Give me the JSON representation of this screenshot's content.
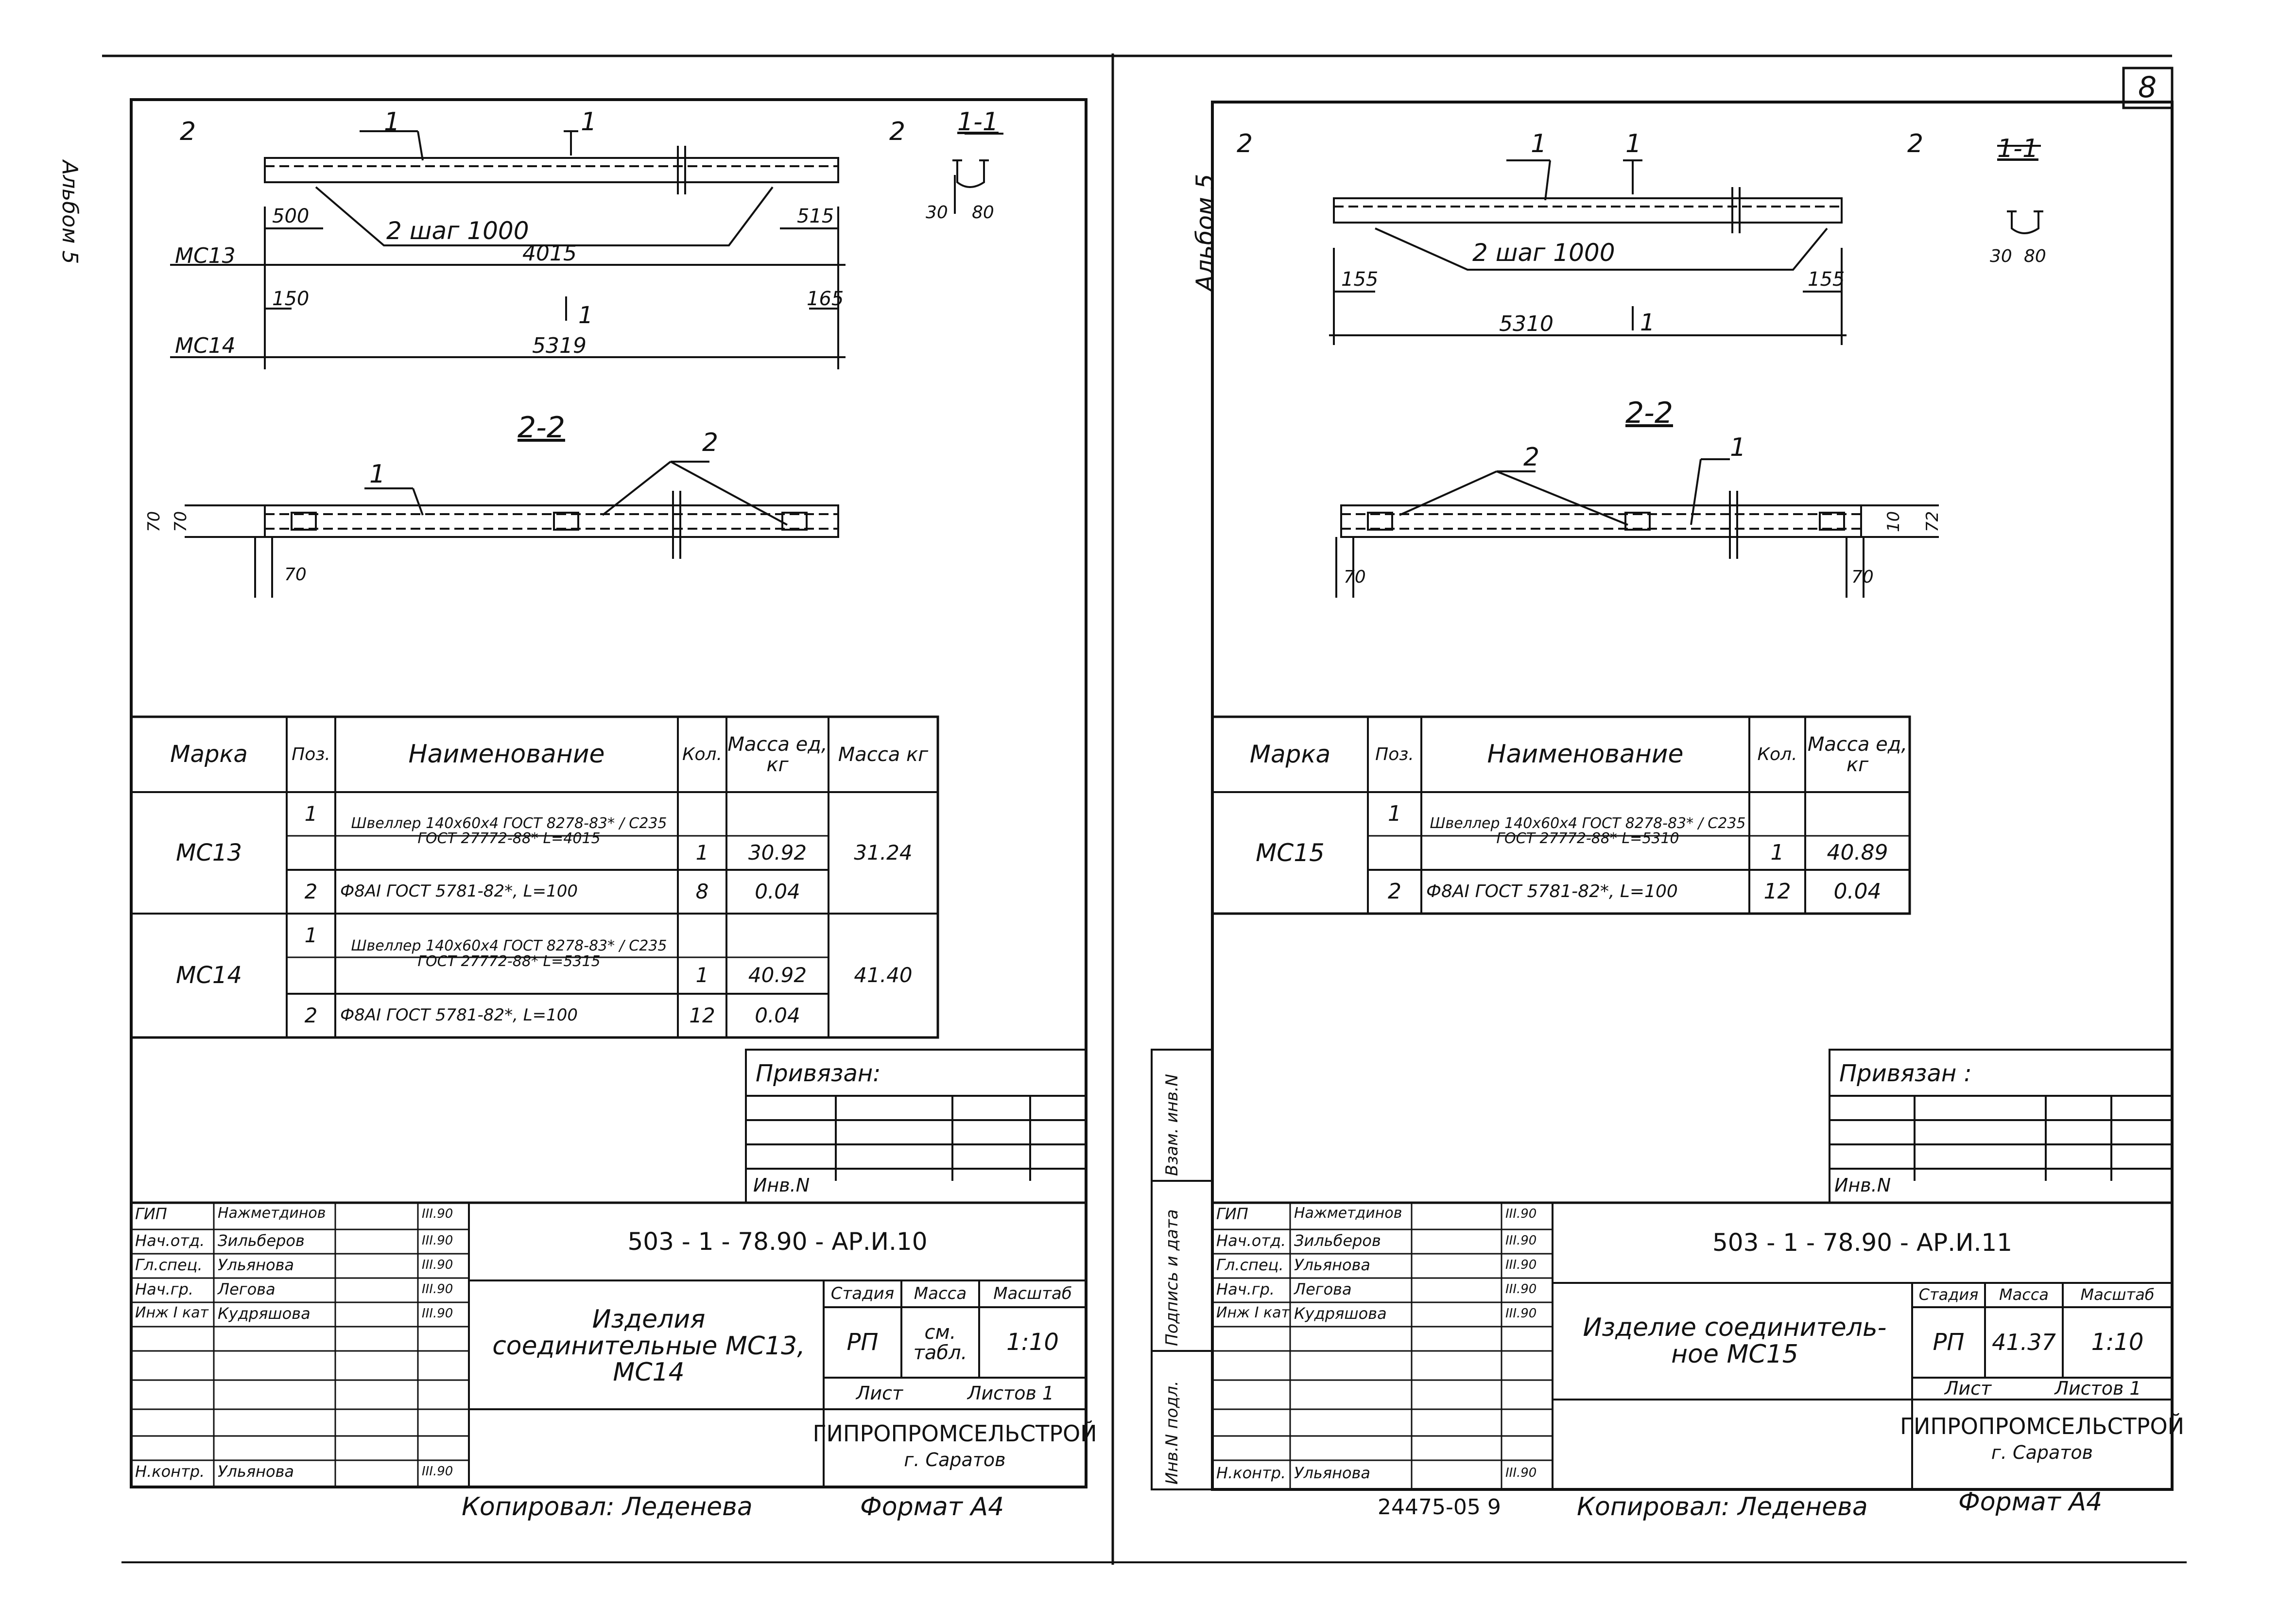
{
  "page": {
    "number": "8"
  },
  "left": {
    "side_label": "Альбом 5",
    "section_top_label": "1-1",
    "section_mid_label": "2-2",
    "view_marks": {
      "a": "2",
      "b": "1",
      "c": "1",
      "d": "2"
    },
    "leader_1": "1",
    "leader_2_text": "2   шаг 1000",
    "dims": {
      "d500": "500",
      "d515": "515",
      "d4015": "4015",
      "d150": "150",
      "d165": "165",
      "d5319": "5319",
      "d30": "30",
      "d80": "80",
      "d70a": "70",
      "d70b": "70",
      "d70c": "70"
    },
    "marks": {
      "mc13": "МС13",
      "mc14": "МС14"
    },
    "mid_leaders": {
      "p1": "1",
      "p2": "2"
    },
    "table": {
      "headers": [
        "Марка",
        "Поз.",
        "Наименование",
        "Кол.",
        "Масса ед, кг",
        "Масса кг"
      ],
      "rows": [
        {
          "mark": "МС13",
          "items": [
            {
              "pos": "1",
              "name": "Швеллер 140х60х4 ГОСТ 8278-83* / С235 ГОСТ 27772-88* L=4015",
              "qty": "1",
              "unit": "30.92"
            },
            {
              "pos": "2",
              "name": "Ф8АI ГОСТ 5781-82*, L=100",
              "qty": "8",
              "unit": "0.04"
            }
          ],
          "total": "31.24"
        },
        {
          "mark": "МС14",
          "items": [
            {
              "pos": "1",
              "name": "Швеллер 140х60х4 ГОСТ 8278-83* / С235 ГОСТ 27772-88* L=5315",
              "qty": "1",
              "unit": "40.92"
            },
            {
              "pos": "2",
              "name": "Ф8АI ГОСТ 5781-82*, L=100",
              "qty": "12",
              "unit": "0.04"
            }
          ],
          "total": "41.40"
        }
      ]
    },
    "privyazan": "Привязан:",
    "inv": "Инв.N",
    "stamp": {
      "code": "503 - 1 - 78.90 - АР.И.10",
      "title": "Изделия соединительные МС13, МС14",
      "roles": [
        "ГИП",
        "Нач.отд.",
        "Гл.спец.",
        "Нач.гр.",
        "Инж I кат",
        "",
        "",
        "",
        "",
        "Н.контр."
      ],
      "names": [
        "Нажметдинов",
        "Зильберов",
        "Ульянова",
        "Легова",
        "Кудряшова",
        "",
        "",
        "",
        "",
        "Ульянова"
      ],
      "dates": [
        "III.90",
        "III.90",
        "III.90",
        "III.90",
        "III.90",
        "",
        "",
        "",
        "",
        "III.90"
      ],
      "stage_h": "Стадия",
      "mass_h": "Масса",
      "scale_h": "Масштаб",
      "stage": "РП",
      "mass": "см. табл.",
      "scale": "1:10",
      "sheet": "Лист",
      "sheets": "Листов 1",
      "org": "ГИПРОПРОМСЕЛЬСТРОЙ",
      "city": "г. Саратов"
    },
    "copied": "Копировал: Леденева",
    "format": "Формат А4"
  },
  "right": {
    "side_label": "Альбом 5",
    "section_top_label": "1-1",
    "section_mid_label": "2-2",
    "view_marks": {
      "a": "2",
      "b": "1",
      "c": "1",
      "d": "2"
    },
    "leader_1": "1",
    "leader_2_text": "2   шаг 1000",
    "dims": {
      "d155a": "155",
      "d155b": "155",
      "d5310": "5310",
      "d30": "30",
      "d80": "80",
      "d70a": "70",
      "d70b": "70",
      "d10": "10",
      "d72": "72"
    },
    "mid_leaders": {
      "p1": "1",
      "p2": "2"
    },
    "table": {
      "headers": [
        "Марка",
        "Поз.",
        "Наименование",
        "Кол.",
        "Масса ед, кг"
      ],
      "rows": [
        {
          "mark": "МС15",
          "items": [
            {
              "pos": "1",
              "name": "Швеллер 140х60х4 ГОСТ 8278-83* / С235 ГОСТ 27772-88* L=5310",
              "qty": "1",
              "unit": "40.89"
            },
            {
              "pos": "2",
              "name": "Ф8АI ГОСТ 5781-82*, L=100",
              "qty": "12",
              "unit": "0.04"
            }
          ]
        }
      ]
    },
    "privyazan": "Привязан :",
    "inv": "Инв.N",
    "side_columns": [
      "Инв.N подл.",
      "Подпись и дата",
      "Взам. инв.N"
    ],
    "stamp": {
      "code": "503 - 1 - 78.90 - АР.И.11",
      "title": "Изделие соединитель- ное МС15",
      "roles": [
        "ГИП",
        "Нач.отд.",
        "Гл.спец.",
        "Нач.гр.",
        "Инж I кат",
        "",
        "",
        "",
        "",
        "Н.контр."
      ],
      "names": [
        "Нажметдинов",
        "Зильберов",
        "Ульянова",
        "Легова",
        "Кудряшова",
        "",
        "",
        "",
        "",
        "Ульянова"
      ],
      "dates": [
        "III.90",
        "III.90",
        "III.90",
        "III.90",
        "III.90",
        "",
        "",
        "",
        "",
        "III.90"
      ],
      "stage_h": "Стадия",
      "mass_h": "Масса",
      "scale_h": "Масштаб",
      "stage": "РП",
      "mass": "41.37",
      "scale": "1:10",
      "sheet": "Лист",
      "sheets": "Листов 1",
      "org": "ГИПРОПРОМСЕЛЬСТРОЙ",
      "city": "г. Саратов"
    },
    "archive_no": "24475-05   9",
    "copied": "Копировал: Леденева",
    "format": "Формат А4"
  }
}
